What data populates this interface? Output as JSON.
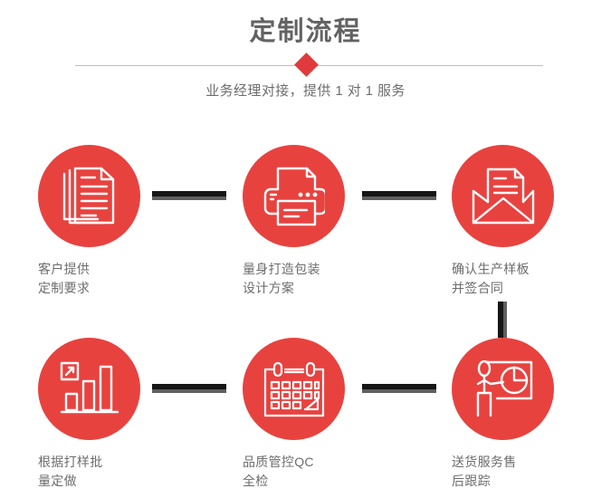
{
  "header": {
    "title": "定制流程",
    "subtitle": "业务经理对接，提供 1 对 1 服务",
    "divider_icon": "diamond-icon",
    "accent_color": "#e8423f",
    "title_color": "#636363",
    "text_color": "#6d6d6d",
    "connector_dark_color": "#161616",
    "connector_gray_color": "#5f5f5f"
  },
  "flow": {
    "steps": [
      {
        "index": "1",
        "icon": "documents-icon",
        "line1": "客户提供",
        "line2": "定制要求"
      },
      {
        "index": "2",
        "icon": "printer-icon",
        "line1": "量身打造包装",
        "line2": "设计方案"
      },
      {
        "index": "3",
        "icon": "envelope-document-icon",
        "line1": "确认生产样板",
        "line2": "并签合同"
      },
      {
        "index": "4",
        "icon": "bar-chart-growth-icon",
        "line1": "根据打样批",
        "line2": "量定做"
      },
      {
        "index": "5",
        "icon": "calendar-icon",
        "line1": "品质管控QC",
        "line2": "全检"
      },
      {
        "index": "6",
        "icon": "presentation-pie-chart-icon",
        "line1": "送货服务售",
        "line2": "后跟踪"
      }
    ],
    "connectors": [
      {
        "name": "connector-step1-step2",
        "orientation": "horizontal"
      },
      {
        "name": "connector-step2-step3",
        "orientation": "horizontal"
      },
      {
        "name": "connector-step4-step5",
        "orientation": "horizontal"
      },
      {
        "name": "connector-step5-step6",
        "orientation": "horizontal"
      },
      {
        "name": "connector-step3-step6",
        "orientation": "vertical"
      }
    ]
  }
}
